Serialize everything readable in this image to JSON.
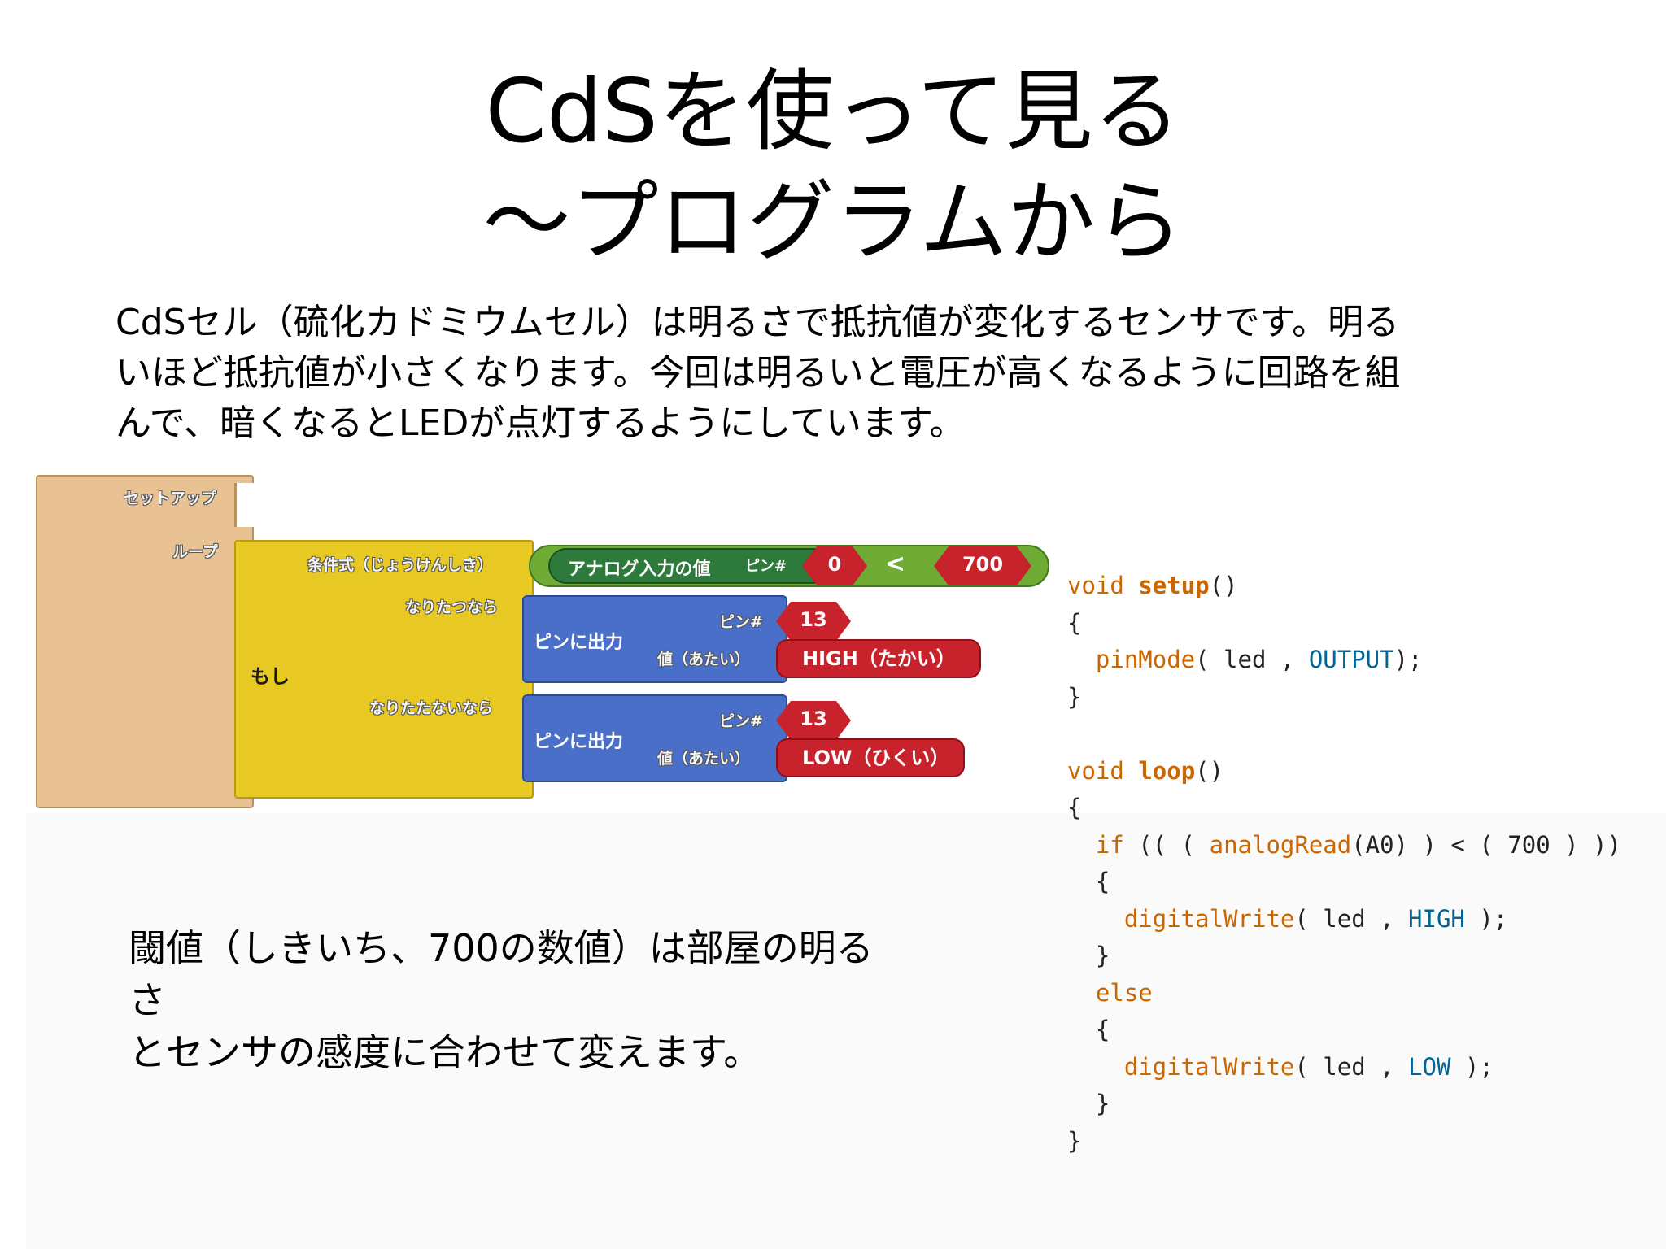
{
  "title": {
    "line1": "CdSを使って見る",
    "line2": "～プログラムから"
  },
  "intro": {
    "line1": "CdSセル（硫化カドミウムセル）は明るさで抵抗値が変化するセンサです。明る",
    "line2": "いほど抵抗値が小さくなります。今回は明るいと電圧が高くなるように回路を組",
    "line3": "んで、暗くなるとLEDが点灯するようにしています。"
  },
  "threshold_note": {
    "line1": "閾値（しきいち、700の数値）は部屋の明るさ",
    "line2": "とセンサの感度に合わせて変えます。"
  },
  "blocks": {
    "setup_label": "セットアップ",
    "loop_label": "ループ",
    "if_label": "もし",
    "condition_label": "条件式（じょうけんしき）",
    "then_label": "なりたつなら",
    "else_label": "なりたたないなら",
    "analog_label": "アナログ入力の値",
    "pin_label": "ピン#",
    "analog_pin": "0",
    "operator": "<",
    "threshold": "700",
    "digital_write_1": {
      "label": "ピンに出力",
      "pin_label": "ピン#",
      "value_label": "値（あたい）",
      "pin": "13",
      "value": "HIGH（たかい）"
    },
    "digital_write_2": {
      "label": "ピンに出力",
      "pin_label": "ピン#",
      "value_label": "値（あたい）",
      "pin": "13",
      "value": "LOW（ひくい）"
    },
    "colors": {
      "setup_loop": "#e8c293",
      "if_block": "#e8c924",
      "compare": "#6fab35",
      "analog": "#2e7a3c",
      "digital_write": "#4a6fc9",
      "value": "#c8232c"
    }
  },
  "code": {
    "l01_kw": "void",
    "l01_fn": "setup",
    "l01_rest": "()",
    "l02": "{",
    "l03_ind": "  ",
    "l03_fn": "pinMode",
    "l03_mid": "( led , ",
    "l03_const": "OUTPUT",
    "l03_end": ");",
    "l04": "}",
    "l05": "",
    "l06_kw": "void",
    "l06_fn": "loop",
    "l06_rest": "()",
    "l07": "{",
    "l08_ind": "  ",
    "l08_kw": "if",
    "l08_mid": " (( ( ",
    "l08_fn": "analogRead",
    "l08_end": "(A0) ) < ( 700 ) ))",
    "l09": "  {",
    "l10_ind": "    ",
    "l10_fn": "digitalWrite",
    "l10_mid": "( led , ",
    "l10_const": "HIGH",
    "l10_end": " );",
    "l11": "  }",
    "l12_ind": "  ",
    "l12_kw": "else",
    "l13": "  {",
    "l14_ind": "    ",
    "l14_fn": "digitalWrite",
    "l14_mid": "( led , ",
    "l14_const": "LOW",
    "l14_end": " );",
    "l15": "  }",
    "l16": "}"
  }
}
